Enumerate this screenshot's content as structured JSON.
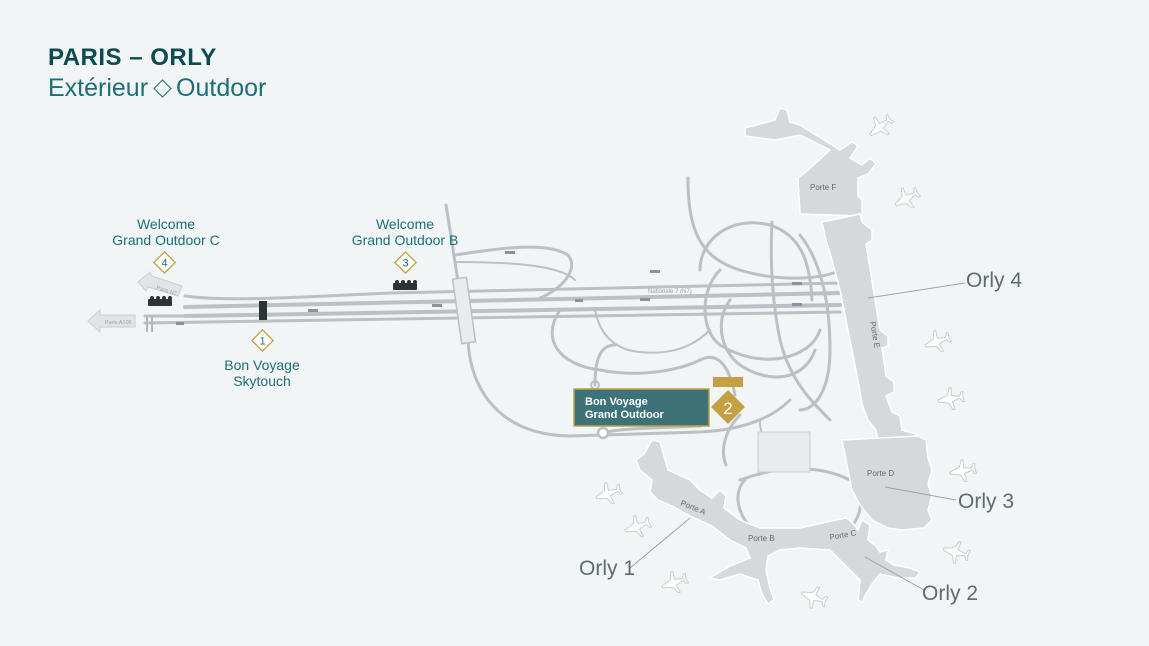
{
  "header": {
    "title": "PARIS – ORLY",
    "subtitle_fr": "Extérieur",
    "subtitle_en": "Outdoor"
  },
  "markers": [
    {
      "number": "1",
      "line1": "Bon Voyage",
      "line2": "Skytouch"
    },
    {
      "number": "2",
      "line1": "Bon Voyage",
      "line2": "Grand Outdoor"
    },
    {
      "number": "3",
      "line1": "Welcome",
      "line2": "Grand Outdoor B"
    },
    {
      "number": "4",
      "line1": "Welcome",
      "line2": "Grand Outdoor C"
    }
  ],
  "terminals": {
    "orly1": "Orly 1",
    "orly2": "Orly 2",
    "orly3": "Orly 3",
    "orly4": "Orly 4"
  },
  "gates": {
    "a": "Porte A",
    "b": "Porte B",
    "c": "Porte C",
    "d": "Porte D",
    "e": "Porte E",
    "f": "Porte F"
  },
  "roads": {
    "n7": "Nationale 7 (N7)",
    "sign_n7": "Paris N7",
    "sign_a106": "Paris A106"
  },
  "colors": {
    "teal": "#1d6f77",
    "dark_teal": "#0d4a52",
    "gold": "#c4a042",
    "road": "#b9bfc2",
    "building": "#d5d9db"
  }
}
